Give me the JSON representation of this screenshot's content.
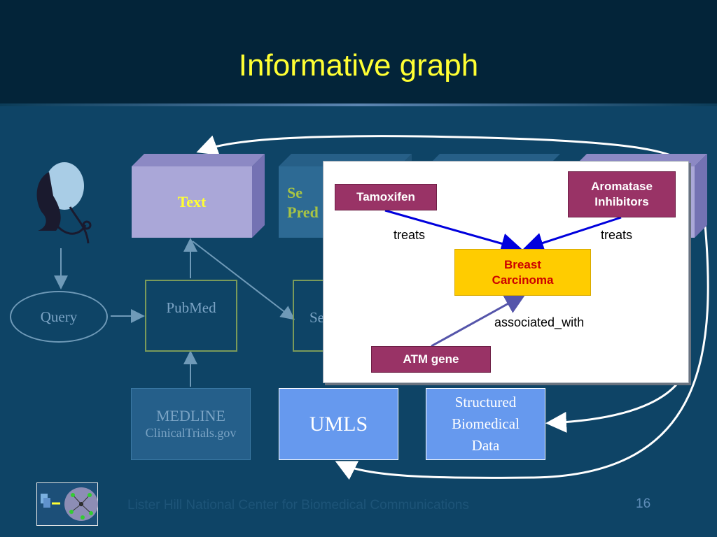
{
  "slide": {
    "title": "Informative graph",
    "footer": "Lister Hill National Center for Biomedical Communications",
    "page_number": "16"
  },
  "diagram": {
    "text_box": "Text",
    "semantic_box_partial": "Se\nPred",
    "query": "Query",
    "pubmed": "PubMed",
    "semrep_partial": "Se",
    "medline": "MEDLINE",
    "clinicaltrials": "ClinicalTrials.gov",
    "umls": "UMLS",
    "structured_data": "Structured\nBiomedical\nData"
  },
  "graph": {
    "nodes": {
      "tamoxifen": "Tamoxifen",
      "aromatase": "Aromatase\nInhibitors",
      "breast_carcinoma": "Breast\nCarcinoma",
      "atm_gene": "ATM gene"
    },
    "edges": {
      "treats_left": "treats",
      "treats_right": "treats",
      "associated_with": "associated_with"
    }
  },
  "colors": {
    "background": "#0e4466",
    "header": "#032439",
    "title": "#ffff33",
    "text_box": "#a9a6d6",
    "node_purple": "#993366",
    "node_gold": "#ffcc00",
    "umls_blue": "#6699ee"
  }
}
